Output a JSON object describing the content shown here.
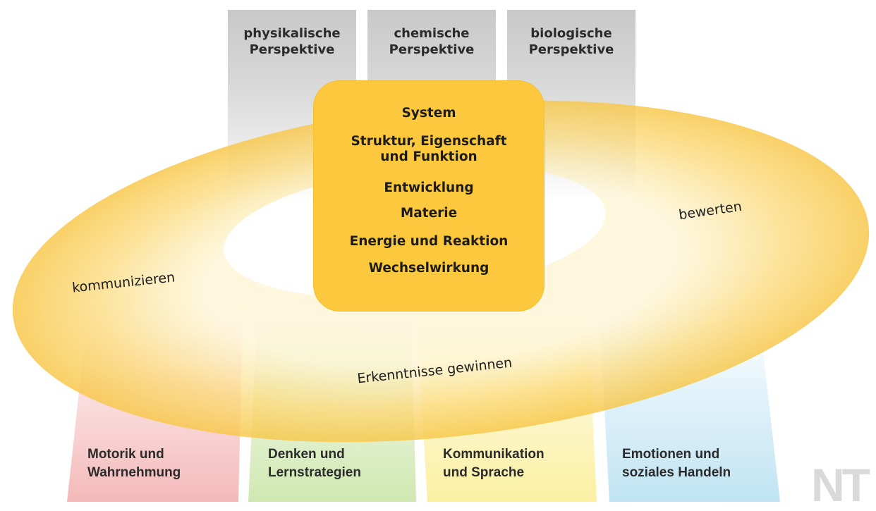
{
  "perspectives": [
    {
      "line1": "physikalische",
      "line2": "Perspektive"
    },
    {
      "line1": "chemische",
      "line2": "Perspektive"
    },
    {
      "line1": "biologische",
      "line2": "Perspektive"
    }
  ],
  "core_concepts": {
    "system": "System",
    "struktur_1": "Struktur, Eigenschaft",
    "struktur_2": "und Funktion",
    "entwicklung": "Entwicklung",
    "materie": "Materie",
    "energie": "Energie und Reaktion",
    "wechselwirkung": "Wechselwirkung"
  },
  "ring_labels": {
    "left": "kommunizieren",
    "right": "bewerten",
    "bottom": "Erkenntnisse gewinnen"
  },
  "development_areas": [
    {
      "line1": "Motorik und",
      "line2": "Wahrnehmung",
      "color": "#f4b8b8"
    },
    {
      "line1": "Denken und",
      "line2": "Lernstrategien",
      "color": "#cfe8b0"
    },
    {
      "line1": "Kommunikation",
      "line2": "und Sprache",
      "color": "#fbf0a0"
    },
    {
      "line1": "Emotionen und",
      "line2": "soziales Handeln",
      "color": "#bfe3f3"
    }
  ],
  "colors": {
    "core": "#fcc83d",
    "ring": "#fbd66a",
    "perspective": "#d0d0d0"
  },
  "logo": "NT"
}
